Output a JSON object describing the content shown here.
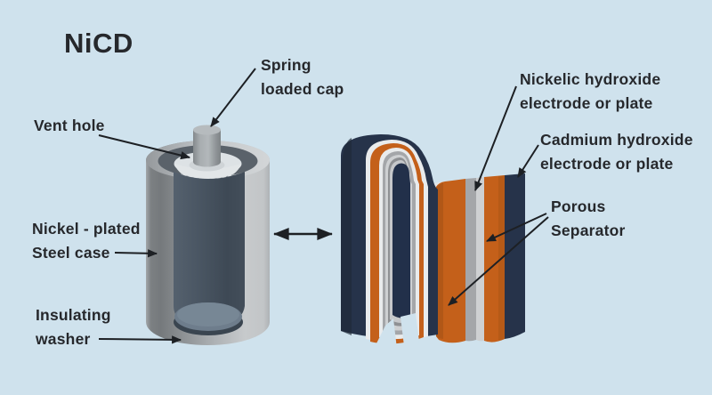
{
  "title": "NiCD",
  "labels": {
    "vent_hole": {
      "line1": "Vent hole"
    },
    "spring_cap": {
      "line1": "Spring",
      "line2": "loaded cap"
    },
    "nickel_case": {
      "line1": "Nickel - plated",
      "line2": "Steel case"
    },
    "insulating_washer": {
      "line1": "Insulating",
      "line2": "washer"
    },
    "nickelic_electrode": {
      "line1": "Nickelic hydroxide",
      "line2": "electrode or plate"
    },
    "cadmium_electrode": {
      "line1": "Cadmium hydroxide",
      "line2": "electrode or plate"
    },
    "porous_separator": {
      "line1": "Porous",
      "line2": "Separator"
    }
  },
  "palette": {
    "background": "#cfe2ed",
    "text": "#26282c",
    "arrow": "#1d2024",
    "navy_electrode": "#26334a",
    "orange_electrode": "#c4601a",
    "separator_gray": "#a4a6a9",
    "separator_light": "#ced0d2",
    "separator_white": "#e9ebec",
    "case_gray": "#adb1b4",
    "interior_slate": "#48535f",
    "washer_blue_gray": "#6e7d8c",
    "vent_plate": "#dde2e5"
  }
}
